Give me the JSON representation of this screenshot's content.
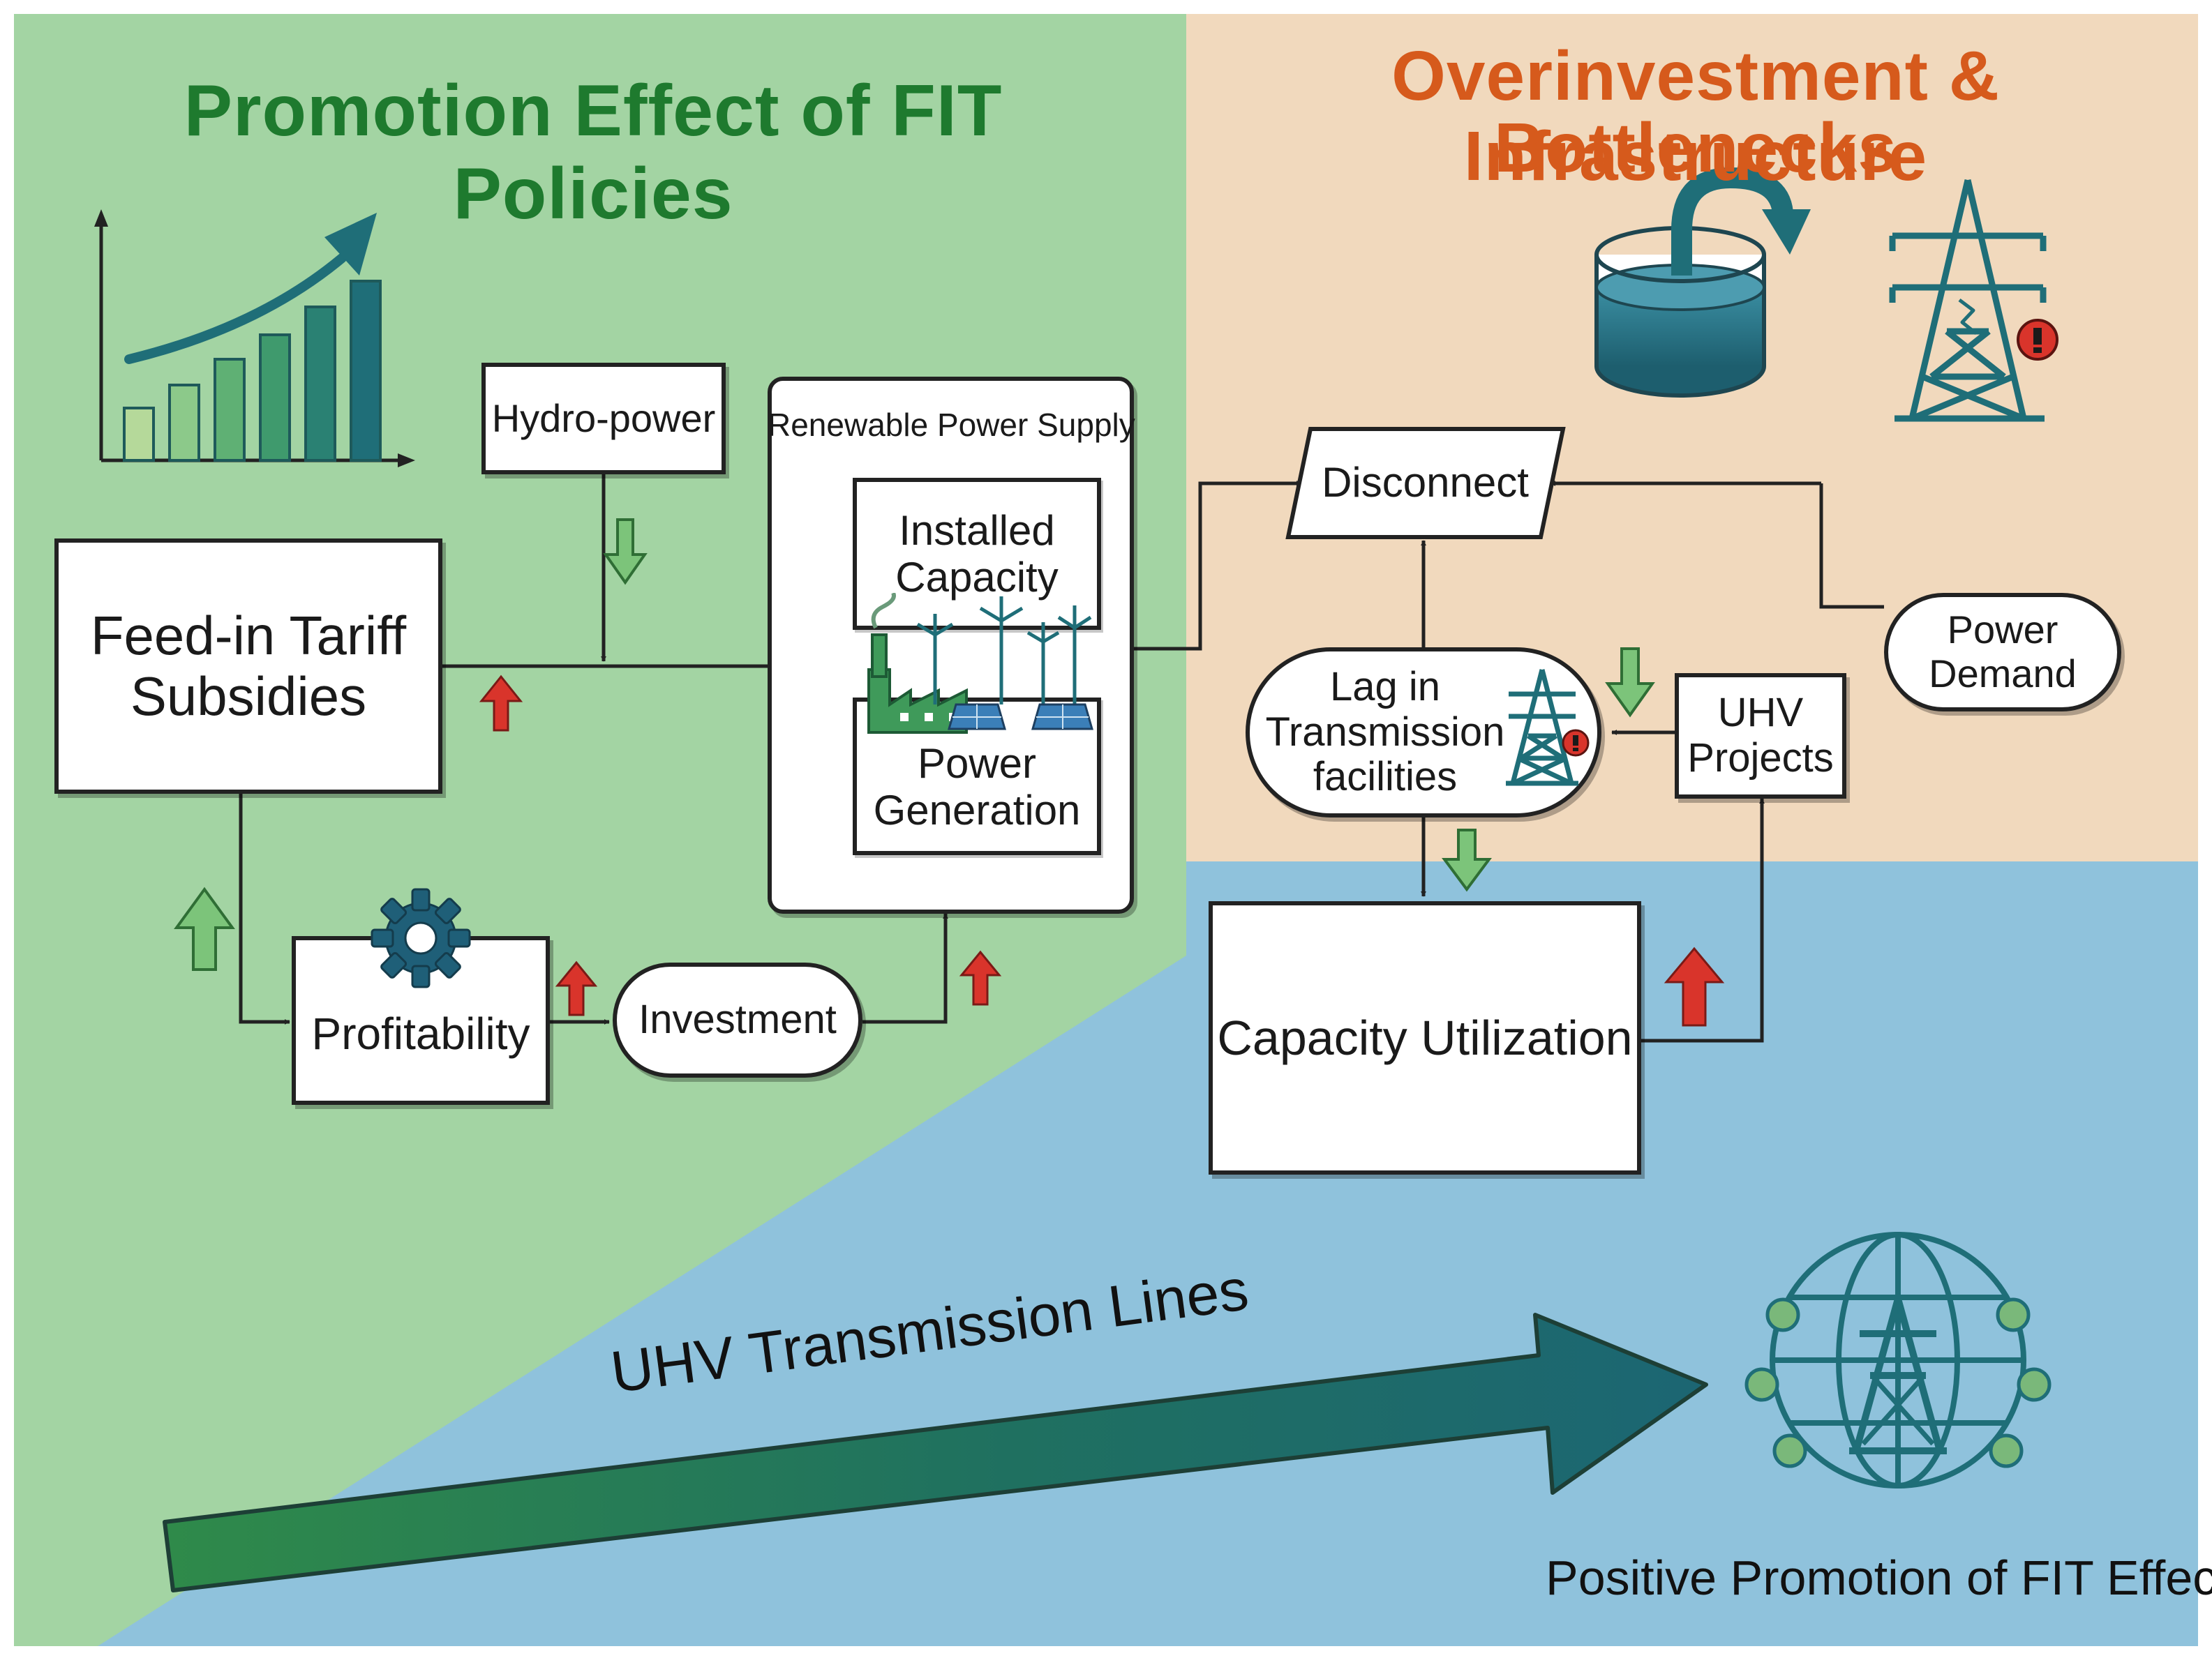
{
  "headings": {
    "green_title": "Promotion Effect of FIT Policies",
    "orange_title_line1": "Overinvestment & Infrastructure",
    "orange_title_line2": "Bottlenecks"
  },
  "nodes": {
    "hydro_power": "Hydro-power",
    "feed_in_line1": "Feed-in Tariff",
    "feed_in_line2": "Subsidies",
    "profitability": "Profitability",
    "investment": "Investment",
    "renewable_title": "Renewable Power Supply",
    "installed_line1": "Installed",
    "installed_line2": "Capacity",
    "generation_line1": "Power",
    "generation_line2": "Generation",
    "disconnect": "Disconnect",
    "lag_line1": "Lag in",
    "lag_line2": "Transmission",
    "lag_line3": "facilities",
    "uhv_projects_line1": "UHV",
    "uhv_projects_line2": "Projects",
    "power_demand_line1": "Power",
    "power_demand_line2": "Demand",
    "capacity_utilization": "Capacity Utilization"
  },
  "bottom": {
    "arrow_label": "UHV Transmission Lines",
    "positive_label": "Positive Promotion of FIT Effect"
  },
  "colors": {
    "green_bg": "#a3d4a3",
    "orange_bg": "#f1d9bd",
    "blue_bg": "#8fc2dc",
    "green_title": "#1e7a2e",
    "orange_title": "#d65a1c",
    "teal": "#1f6e78",
    "up_arrow": "#d9342b",
    "down_arrow": "#5aa85c"
  },
  "icons": {
    "growth_chart": "bar-chart-growth-icon",
    "gear": "gear-icon",
    "water_tank": "water-tank-icon",
    "tower_damaged": "damaged-transmission-tower-icon",
    "renewables": "wind-solar-factory-icon",
    "tower_small": "transmission-tower-icon",
    "globe_tower": "globe-network-tower-icon"
  }
}
